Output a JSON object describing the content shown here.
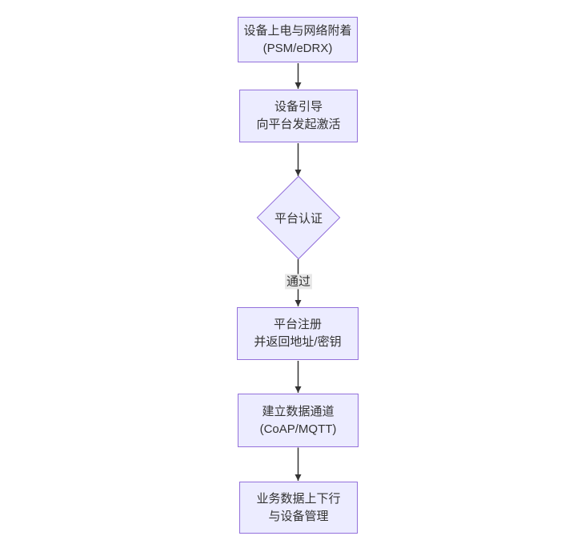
{
  "diagram": {
    "type": "flowchart",
    "direction": "top-down",
    "nodes": {
      "power_attach": {
        "shape": "rectangle",
        "line1": "设备上电与网络附着",
        "line2": "(PSM/eDRX)"
      },
      "bootstrap": {
        "shape": "rectangle",
        "line1": "设备引导",
        "line2": "向平台发起激活"
      },
      "auth": {
        "shape": "diamond",
        "label": "平台认证"
      },
      "register": {
        "shape": "rectangle",
        "line1": "平台注册",
        "line2": "并返回地址/密钥"
      },
      "channel": {
        "shape": "rectangle",
        "line1": "建立数据通道",
        "line2": "(CoAP/MQTT)"
      },
      "business": {
        "shape": "rectangle",
        "line1": "业务数据上下行",
        "line2": "与设备管理"
      }
    },
    "edges": [
      {
        "from": "power_attach",
        "to": "bootstrap",
        "label": ""
      },
      {
        "from": "bootstrap",
        "to": "auth",
        "label": ""
      },
      {
        "from": "auth",
        "to": "register",
        "label": "通过"
      },
      {
        "from": "register",
        "to": "channel",
        "label": ""
      },
      {
        "from": "channel",
        "to": "business",
        "label": ""
      }
    ],
    "colors": {
      "node_fill": "#ECECFF",
      "node_border": "#9370DB",
      "text": "#333333",
      "edge_line": "#333333",
      "edge_label_bg": "#e8e8e8",
      "canvas_bg": "#ffffff"
    }
  }
}
